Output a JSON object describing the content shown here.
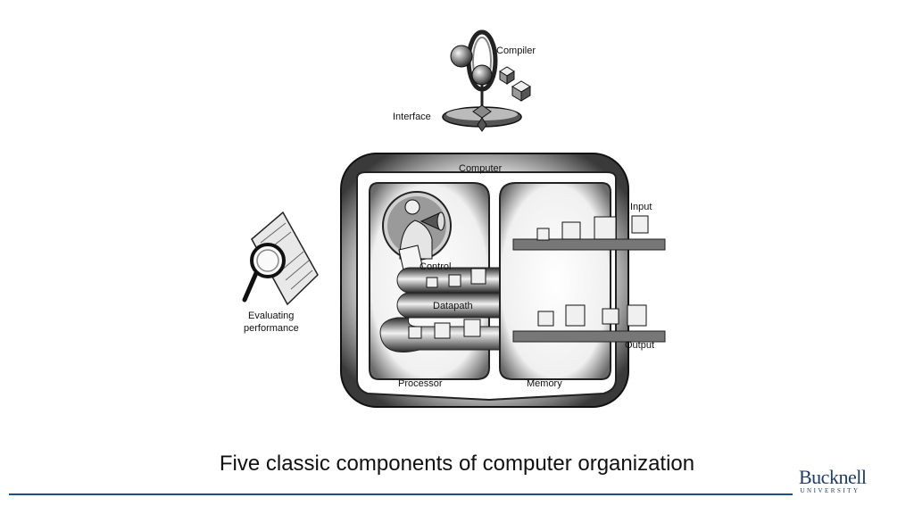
{
  "diagram": {
    "labels": {
      "compiler": "Compiler",
      "interface": "Interface",
      "computer": "Computer",
      "input": "Input",
      "control": "Control",
      "datapath": "Datapath",
      "output": "Output",
      "processor": "Processor",
      "memory": "Memory",
      "evaluating_1": "Evaluating",
      "evaluating_2": "performance"
    }
  },
  "slide": {
    "caption": "Five classic components of computer organization"
  },
  "logo": {
    "name": "Bucknell",
    "sub": "UNIVERSITY"
  },
  "colors": {
    "rule": "#1f4e8c",
    "logo": "#1f3a6e"
  }
}
